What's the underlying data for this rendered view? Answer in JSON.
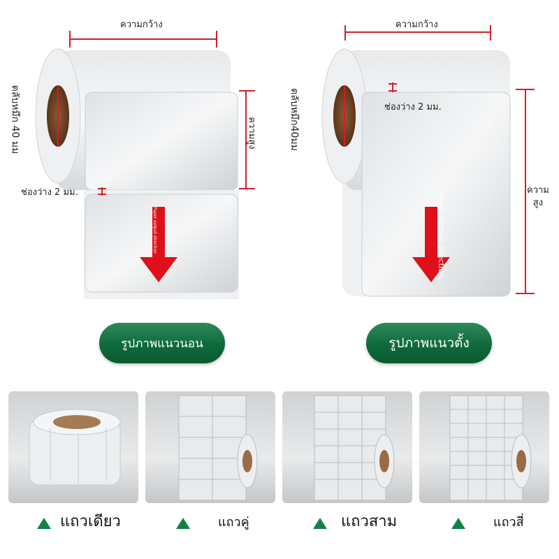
{
  "left_diagram": {
    "width_label": "ความกว้าง",
    "height_label": "ความสูง",
    "core_label": "ตลับหมึก 40 มม",
    "gap_label": "ช่องว่าง 2 มม.",
    "direction_text": "Paper output direction"
  },
  "right_diagram": {
    "width_label": "ความกว้าง",
    "height_label": "ความ\nสูง",
    "core_label": "ตลับหมึก40มม",
    "gap_label": "ช่องว่าง 2 มม.",
    "direction_text": "Paper output direction"
  },
  "buttons": {
    "landscape": "รูปภาพแนวนอน",
    "portrait": "รูปภาพแนวตั้ง"
  },
  "rows": [
    {
      "label": "แถวเดียว"
    },
    {
      "label": "แถวคู่"
    },
    {
      "label": "แถวสาม"
    },
    {
      "label": "แถวสี่"
    }
  ],
  "colors": {
    "accent_green": "#0e6a3c",
    "dimension_red": "#d11f2a",
    "arrow_red": "#e0101a",
    "core_brown": "#7a4a2c"
  },
  "icons": [
    "triangle-up-icon",
    "arrow-down-icon"
  ]
}
